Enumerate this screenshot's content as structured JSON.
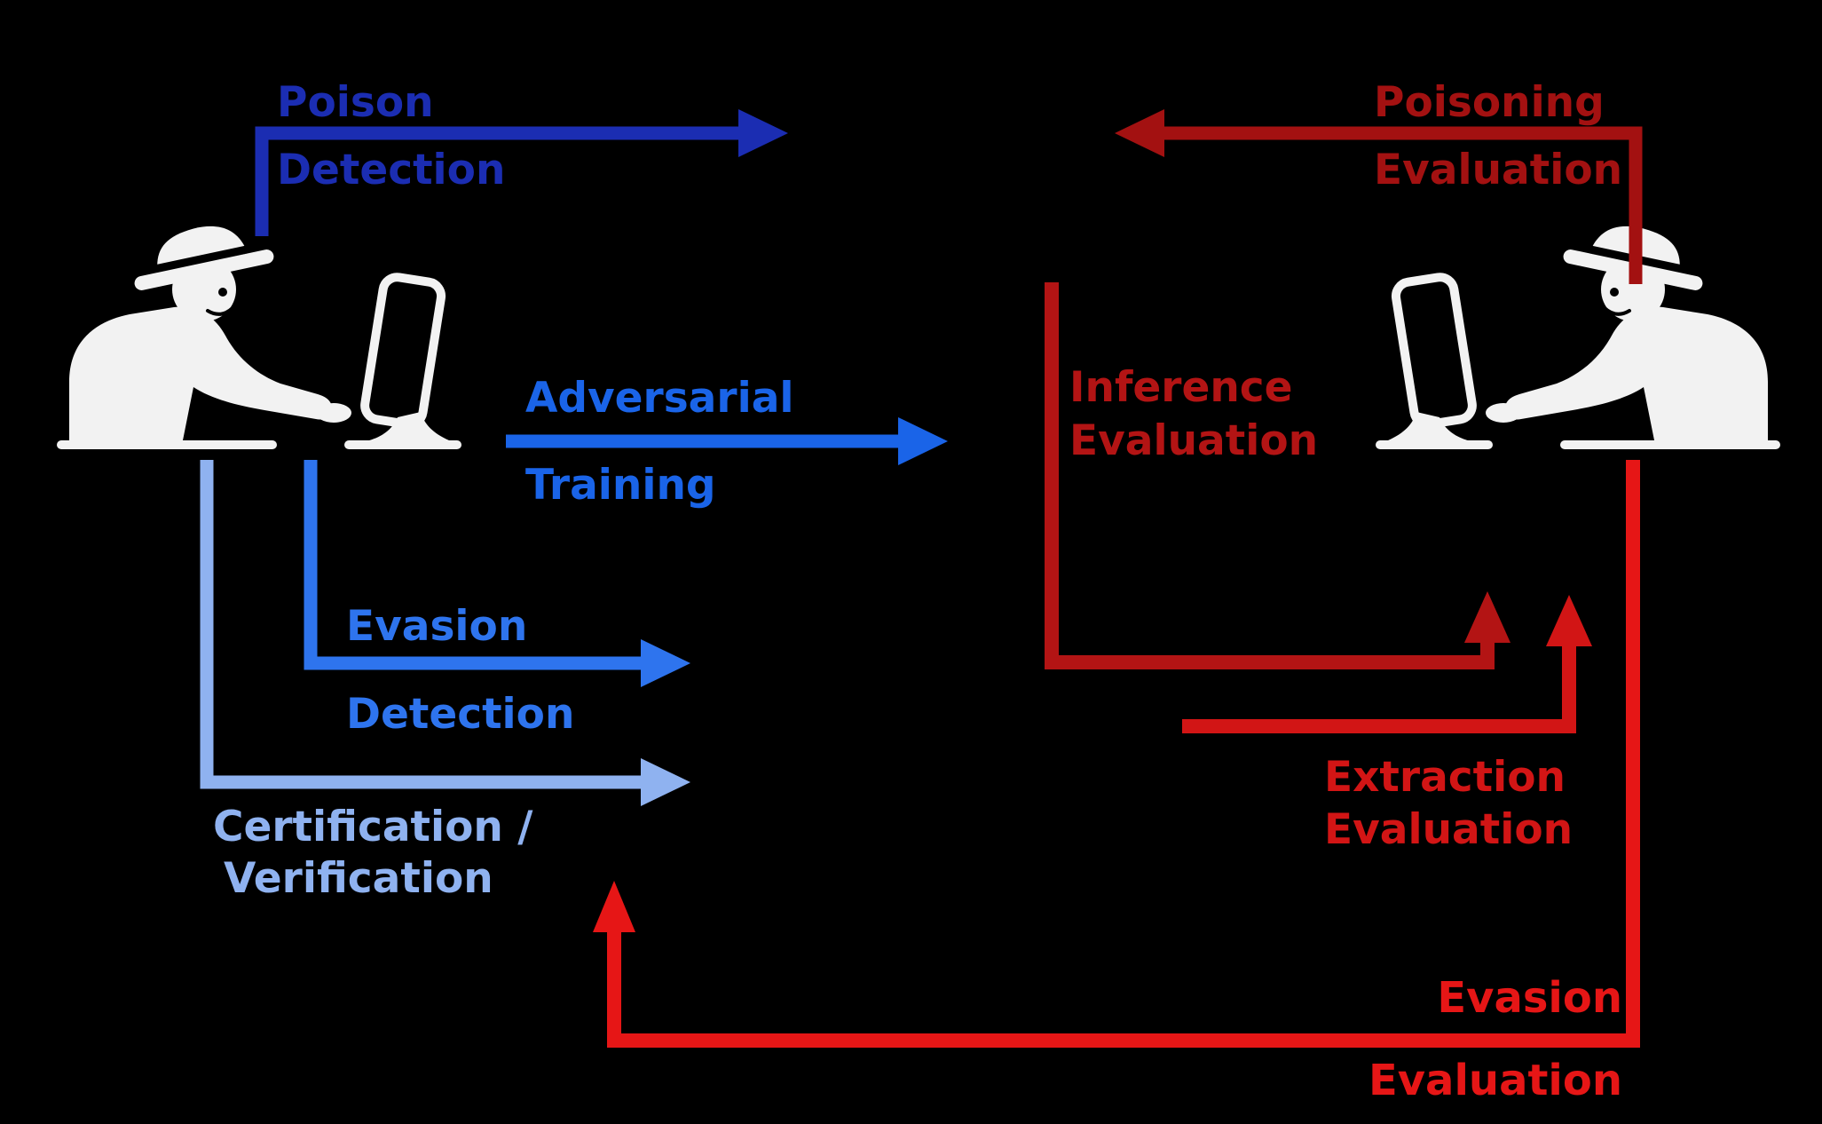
{
  "colors": {
    "background": "#000000",
    "figure": "#f2f2f2",
    "poison_detection": "#1b2db2",
    "adversarial_training": "#1a64e8",
    "evasion_detection": "#2e74ee",
    "certification_verification": "#8fb2f0",
    "poisoning_evaluation": "#a31111",
    "inference_evaluation": "#b31414",
    "extraction_evaluation": "#d21515",
    "evasion_evaluation": "#e61616"
  },
  "labels": {
    "poison_detection": {
      "line1": "Poison",
      "line2": "Detection"
    },
    "adversarial_training": {
      "line1": "Adversarial",
      "line2": "Training"
    },
    "evasion_detection": {
      "line1": "Evasion",
      "line2": "Detection"
    },
    "certification_verification": {
      "line1": "Certification /",
      "line2": "Verification"
    },
    "poisoning_evaluation": {
      "line1": "Poisoning",
      "line2": "Evaluation"
    },
    "inference_evaluation": {
      "line1": "Inference",
      "line2": "Evaluation"
    },
    "extraction_evaluation": {
      "line1": "Extraction",
      "line2": "Evaluation"
    },
    "evasion_evaluation": {
      "line1": "Evasion",
      "line2": "Evaluation"
    }
  },
  "figures": {
    "left_icon": "hacker-at-computer",
    "right_icon": "hacker-at-computer-mirrored"
  }
}
